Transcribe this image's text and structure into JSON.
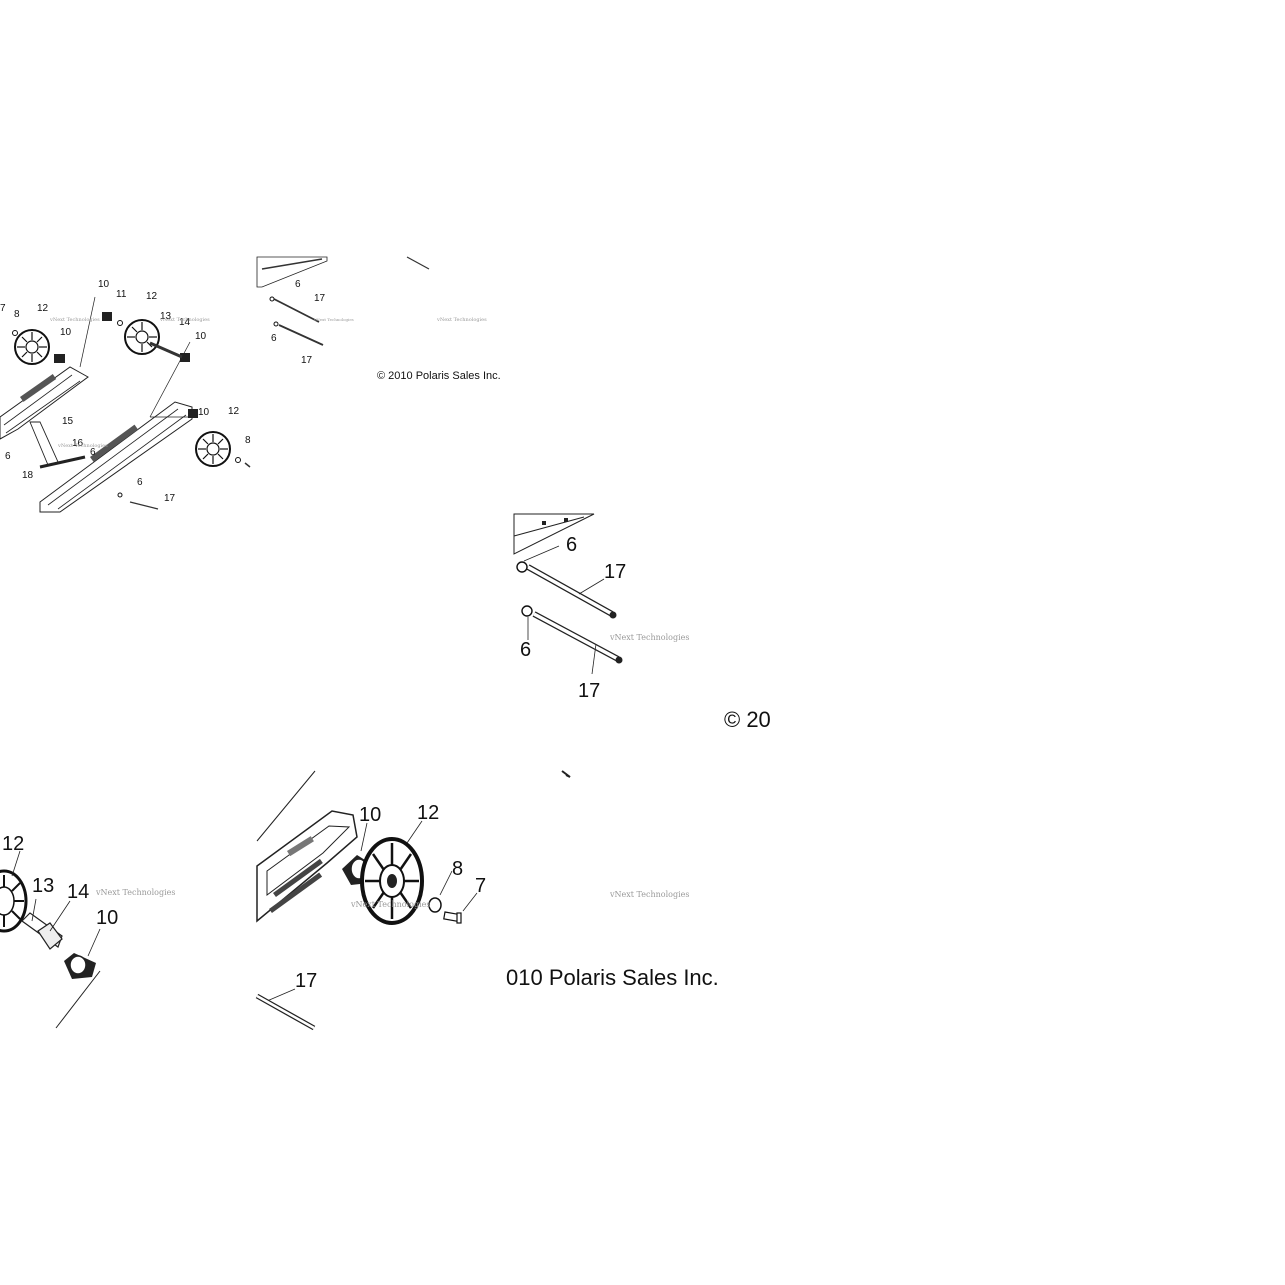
{
  "watermark": "vNext Technologies",
  "copyright": "© 2010 Polaris Sales Inc.",
  "copyright_fragment_a": "© 20",
  "copyright_fragment_b": "010 Polaris Sales Inc.",
  "tiles": {
    "overview_left": {
      "callouts": [
        "7",
        "8",
        "12",
        "10",
        "11",
        "12",
        "13",
        "14",
        "10",
        "10",
        "15",
        "16",
        "6",
        "6",
        "18",
        "10",
        "12",
        "8",
        "6",
        "17"
      ]
    },
    "overview_right": {
      "callouts": [
        "6",
        "17",
        "6",
        "17"
      ]
    },
    "zoom_rods": {
      "callouts": [
        "6",
        "17",
        "6",
        "17"
      ]
    },
    "zoom_axle": {
      "callouts": [
        "12",
        "13",
        "14",
        "10"
      ]
    },
    "zoom_wheel": {
      "callouts": [
        "10",
        "12",
        "8",
        "7",
        "17"
      ]
    }
  },
  "colors": {
    "ink": "#111111",
    "watermark": "#9a9a9a",
    "background": "#ffffff"
  }
}
